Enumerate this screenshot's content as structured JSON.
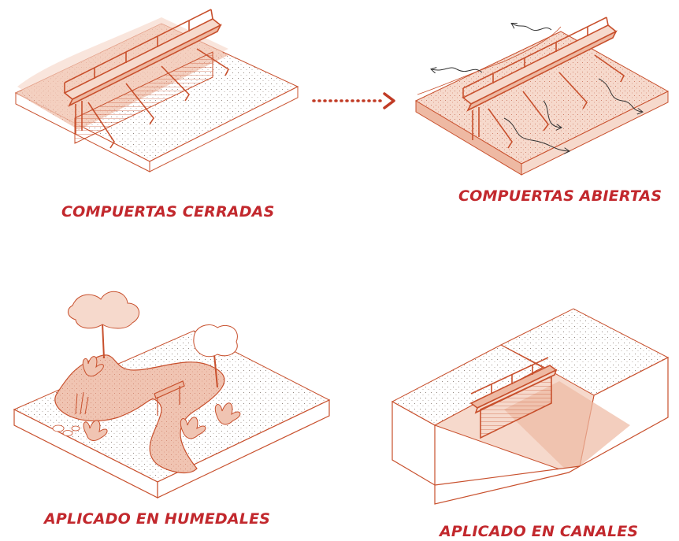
{
  "captions": {
    "gates_closed": "COMPUERTAS CERRADAS",
    "gates_open": "COMPUERTAS ABIERTAS",
    "applied_wetlands": "APLICADO EN HUMEDALES",
    "applied_channels": "APLICADO EN CANALES"
  },
  "colors": {
    "line": "#c8502d",
    "fill_light": "#f6d9cc",
    "fill_mid": "#eeb9a3",
    "caption": "#c2282d",
    "arrow": "#c13b25",
    "water_arrow": "#333333"
  }
}
